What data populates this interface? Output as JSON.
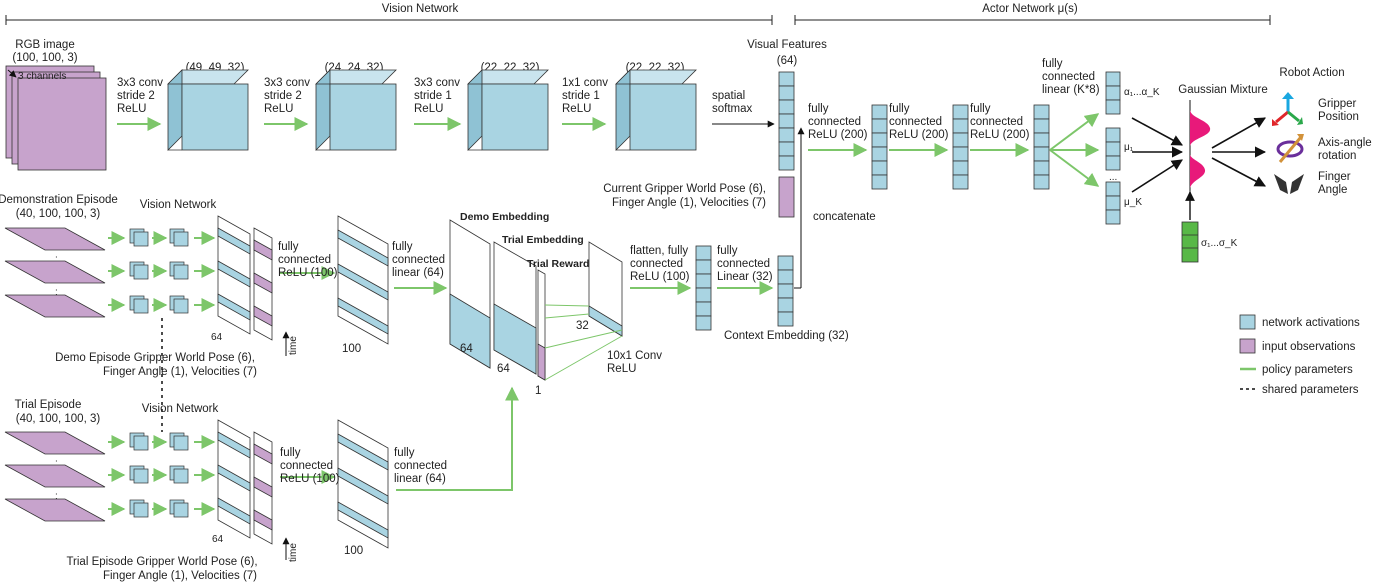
{
  "header": {
    "vision_network": "Vision Network",
    "actor_network": "Actor Network μ(s)"
  },
  "top_row": {
    "rgb_image": [
      "RGB image",
      "(100, 100, 3)"
    ],
    "channels": "3 channels",
    "conv1": [
      "3x3 conv",
      "stride 2",
      "ReLU"
    ],
    "conv1_dims": "(49, 49, 32)",
    "conv2": [
      "3x3 conv",
      "stride 2",
      "ReLU"
    ],
    "conv2_dims": "(24, 24, 32)",
    "conv3": [
      "3x3 conv",
      "stride 1",
      "ReLU"
    ],
    "conv3_dims": "(22, 22, 32)",
    "conv4": [
      "1x1 conv",
      "stride 1",
      "ReLU"
    ],
    "conv4_dims": "(22, 22, 32)",
    "spatial_softmax": [
      "spatial",
      "softmax"
    ],
    "visual_features": [
      "Visual Features",
      "(64)"
    ],
    "gripper_pose": [
      "Current Gripper World Pose (6),",
      "Finger Angle (1), Velocities (7)"
    ],
    "concatenate": "concatenate",
    "fc1": [
      "fully",
      "connected",
      "ReLU (200)"
    ],
    "fc2": [
      "fully",
      "connected",
      "ReLU (200)"
    ],
    "fc3": [
      "fully",
      "connected",
      "ReLU (200)"
    ],
    "fc_linear": [
      "fully",
      "connected",
      "linear (K*8)"
    ],
    "alpha": "α₁...α_K",
    "mu1": "μ₁",
    "dots": "...",
    "muk": "μ_K",
    "sigma": "σ₁...σ_K",
    "gaussian_mixture": "Gaussian Mixture",
    "robot_action": "Robot Action",
    "gripper_position": [
      "Gripper",
      "Position"
    ],
    "axis_angle": [
      "Axis-angle",
      "rotation"
    ],
    "finger_angle": [
      "Finger",
      "Angle"
    ]
  },
  "demo": {
    "title": [
      "Demonstration Episode",
      "(40, 100, 100, 3)"
    ],
    "vision_network": "Vision Network",
    "width_label": "64",
    "time_label": "time",
    "fc_relu": [
      "fully",
      "connected",
      "ReLU (100)"
    ],
    "fc_linear": [
      "fully",
      "connected",
      "linear (64)"
    ],
    "label_100": "100",
    "pose_label": [
      "Demo Episode Gripper World Pose (6),",
      "Finger Angle (1), Velocities (7)"
    ]
  },
  "embedding": {
    "demo_embedding": "Demo Embedding",
    "trial_embedding": "Trial Embedding",
    "trial_reward": "Trial Reward",
    "label_64a": "64",
    "label_64b": "64",
    "label_1": "1",
    "label_32": "32",
    "conv": [
      "10x1 Conv",
      "ReLU"
    ],
    "flatten": [
      "flatten, fully",
      "connected",
      "ReLU (100)"
    ],
    "fc_linear": [
      "fully",
      "connected",
      "Linear (32)"
    ],
    "context": "Context Embedding (32)"
  },
  "trial": {
    "title": [
      "Trial Episode",
      "(40, 100, 100, 3)"
    ],
    "vision_network": "Vision Network",
    "width_label": "64",
    "time_label": "time",
    "fc_relu": [
      "fully",
      "connected",
      "ReLU (100)"
    ],
    "fc_linear": [
      "fully",
      "connected",
      "linear (64)"
    ],
    "label_100": "100",
    "pose_label": [
      "Trial Episode Gripper World Pose (6),",
      "Finger Angle (1), Velocities (7)"
    ]
  },
  "legend": {
    "activations": "network activations",
    "observations": "input observations",
    "policy": "policy parameters",
    "shared": "shared parameters"
  },
  "colors": {
    "activation": "#a9d4e2",
    "observation": "#c7a3cc",
    "policy_arrow": "#7dc66a",
    "gaussian": "#e8197a",
    "sigma_box": "#58b847"
  }
}
